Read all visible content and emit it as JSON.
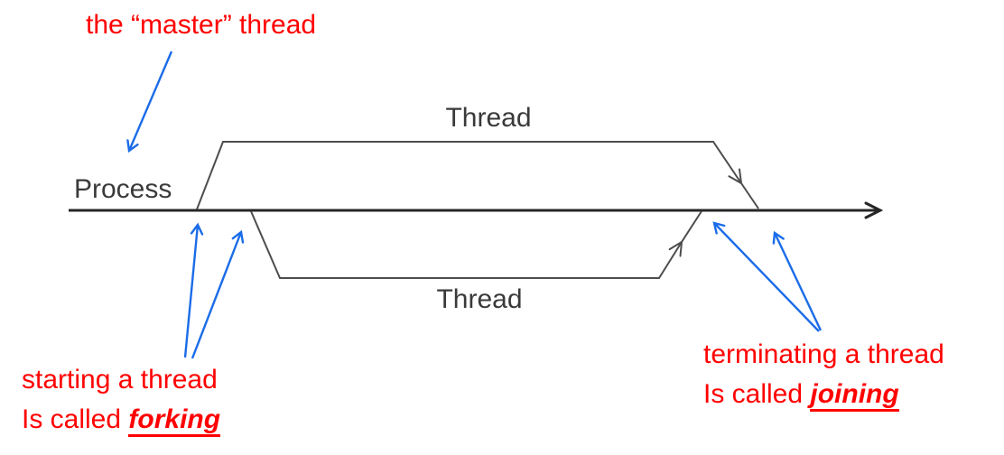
{
  "colors": {
    "annotation_red": "#ff0000",
    "arrow_blue": "#1b6ce8",
    "timeline_dark": "#262626",
    "thread_outline_gray": "#4d4d4d",
    "label_dark": "#3a3a3a",
    "background": "#ffffff"
  },
  "diagram": {
    "process_label": "Process",
    "thread_top_label": "Thread",
    "thread_bottom_label": "Thread"
  },
  "annotations": {
    "master": {
      "text": "the “master” thread"
    },
    "forking": {
      "line1": "starting a thread",
      "line2_prefix": "Is called ",
      "keyword": "forking"
    },
    "joining": {
      "line1": "terminating a thread",
      "line2_prefix": "Is called ",
      "keyword": "joining"
    }
  }
}
